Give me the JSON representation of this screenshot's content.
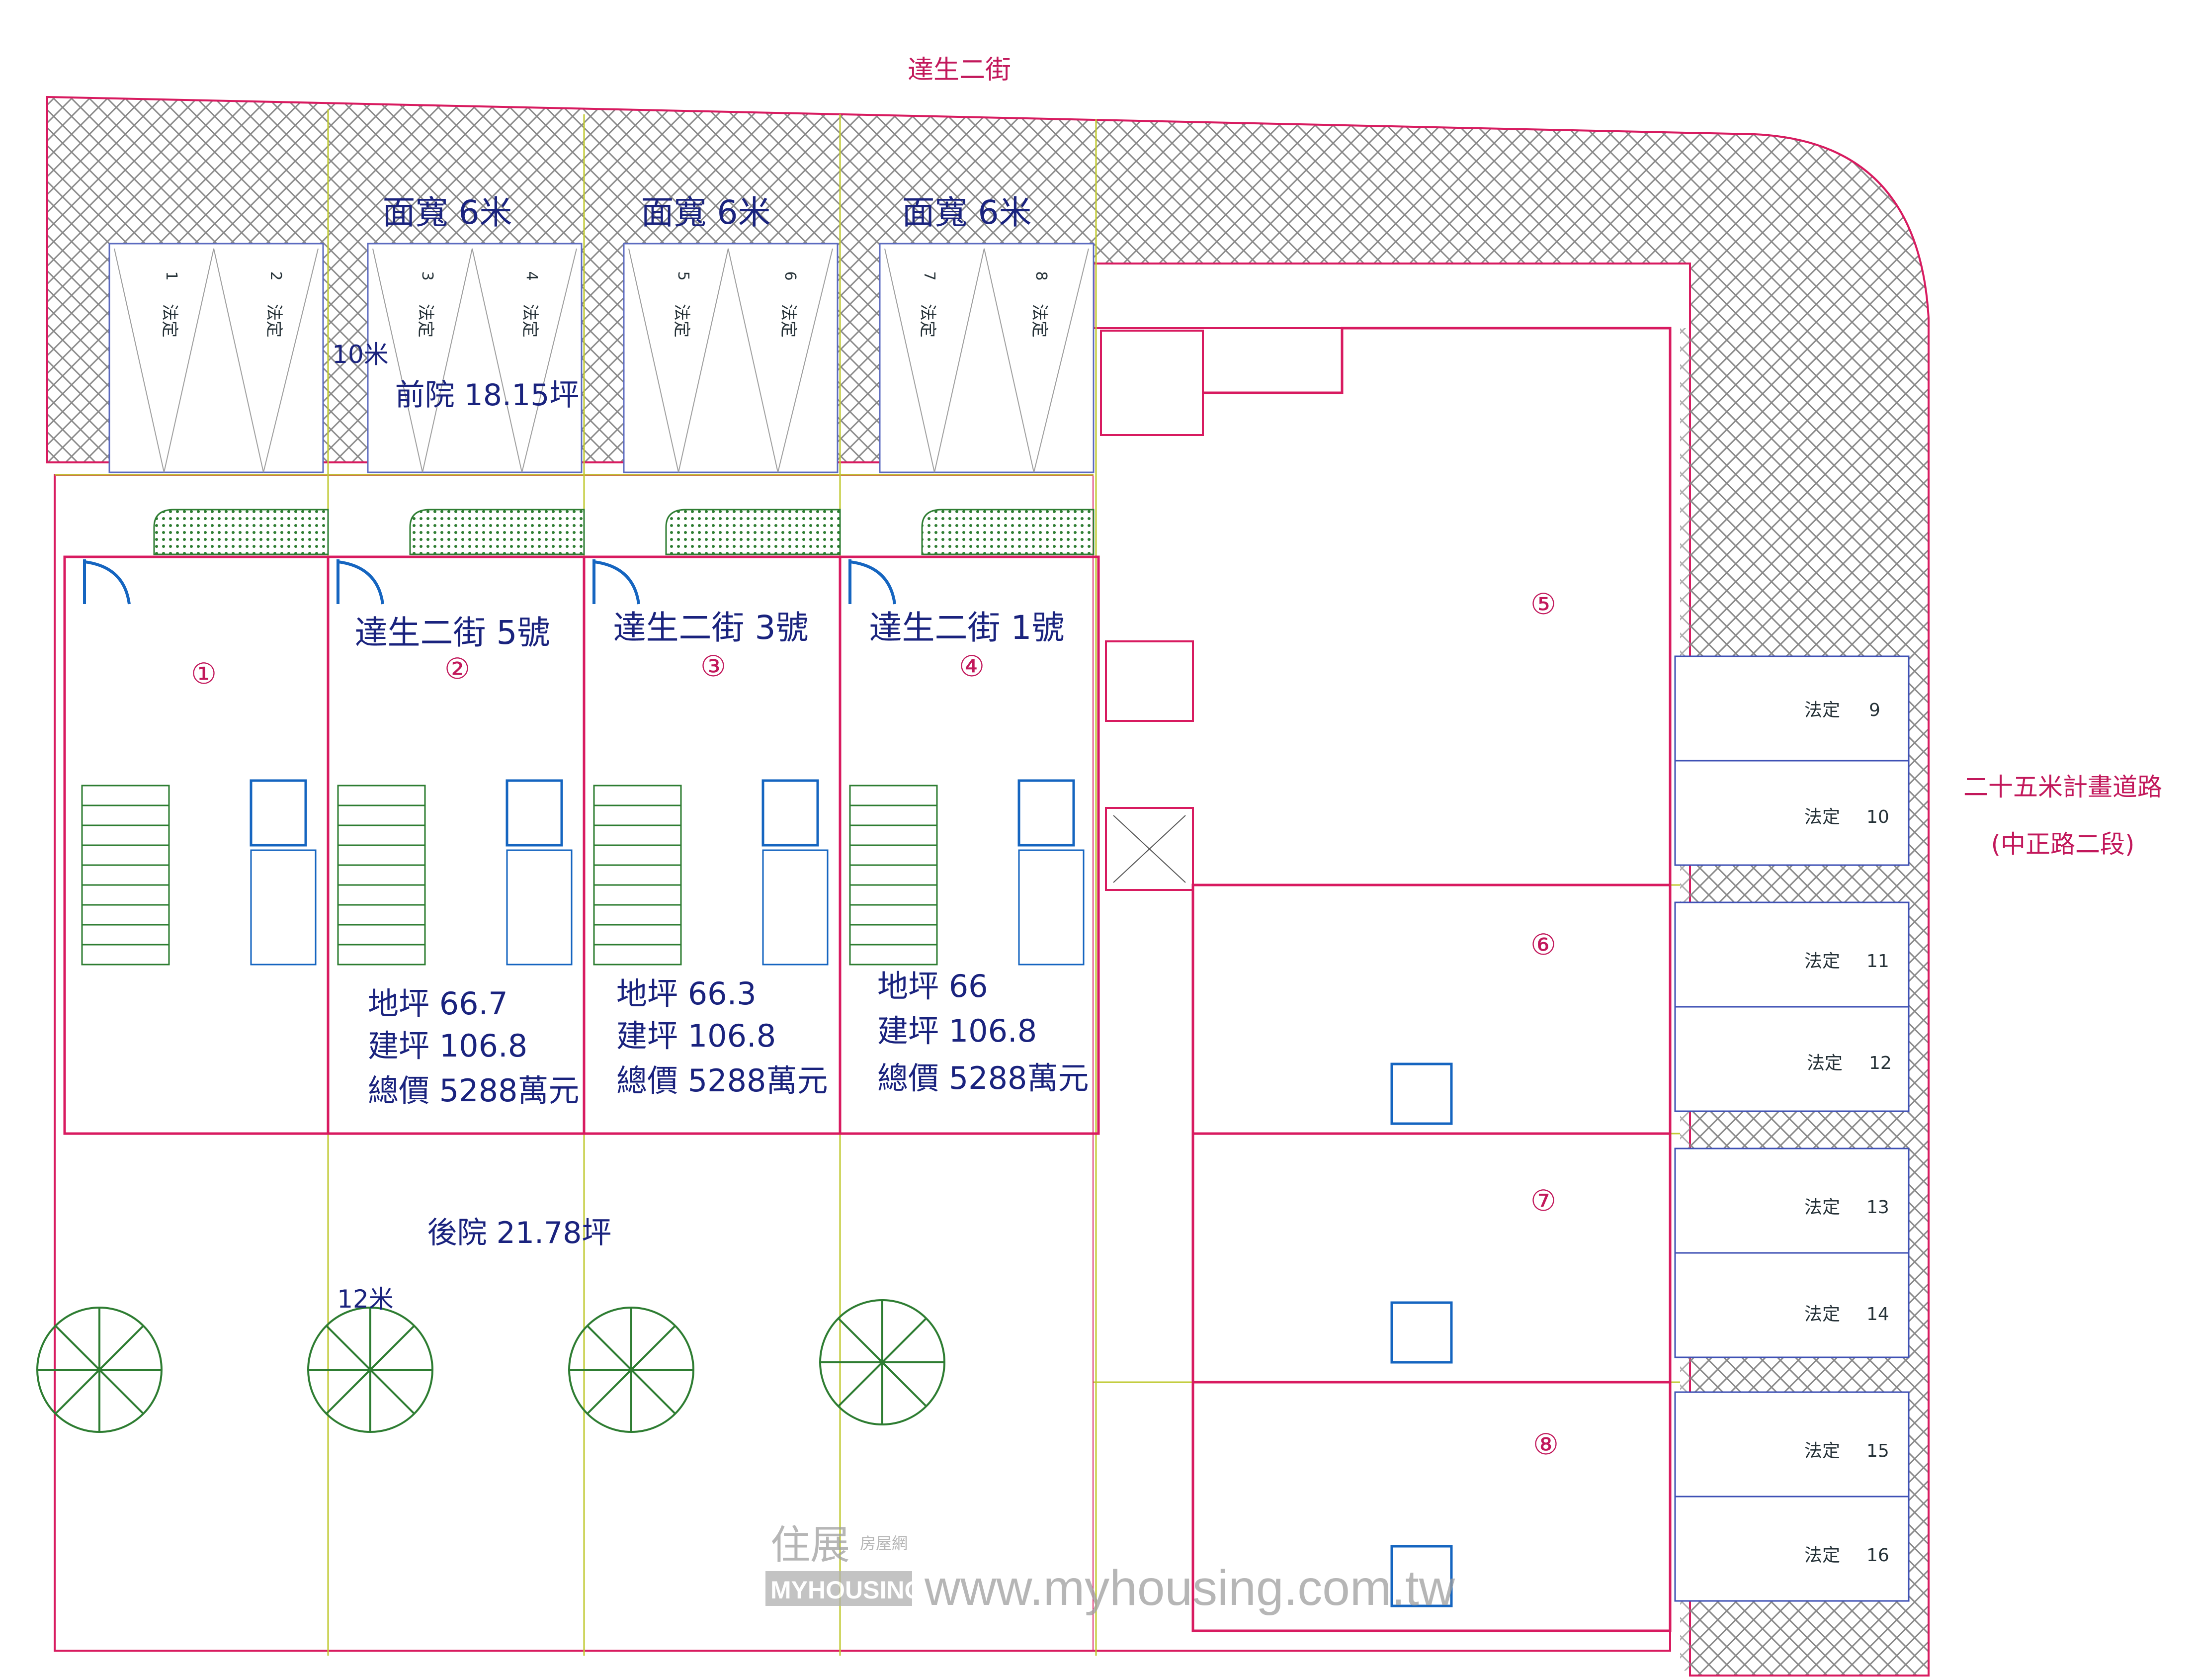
{
  "streets": {
    "top": "達生二街",
    "right_line1": "二十五米計畫道路",
    "right_line2": "(中正路二段)"
  },
  "frontage_label": "面寬 6米",
  "depth_label": "10米",
  "front_yard_label": "前院 18.15坪",
  "back_yard_label": "後院 21.78坪",
  "back_depth_label": "12米",
  "parking_prefix": "法定",
  "front_slots": [
    {
      "prefix": "法定",
      "num": "1"
    },
    {
      "prefix": "法定",
      "num": "2"
    },
    {
      "prefix": "法定",
      "num": "3"
    },
    {
      "prefix": "法定",
      "num": "4"
    },
    {
      "prefix": "法定",
      "num": "5"
    },
    {
      "prefix": "法定",
      "num": "6"
    },
    {
      "prefix": "法定",
      "num": "7"
    },
    {
      "prefix": "法定",
      "num": "8"
    }
  ],
  "side_slots": [
    {
      "prefix": "法定",
      "num": "9"
    },
    {
      "prefix": "法定",
      "num": "10"
    },
    {
      "prefix": "法定",
      "num": "11"
    },
    {
      "prefix": "法定",
      "num": "12"
    },
    {
      "prefix": "法定",
      "num": "13"
    },
    {
      "prefix": "法定",
      "num": "14"
    },
    {
      "prefix": "法定",
      "num": "15"
    },
    {
      "prefix": "法定",
      "num": "16"
    }
  ],
  "units": [
    "①",
    "②",
    "③",
    "④",
    "⑤",
    "⑥",
    "⑦",
    "⑧"
  ],
  "addresses": [
    "達生二街 5號",
    "達生二街 3號",
    "達生二街 1號"
  ],
  "unit_specs": [
    {
      "land": "地坪 66.7",
      "build": "建坪 106.8",
      "price": "總價 5288萬元"
    },
    {
      "land": "地坪 66.3",
      "build": "建坪 106.8",
      "price": "總價 5288萬元"
    },
    {
      "land": "地坪 66",
      "build": "建坪 106.8",
      "price": "總價 5288萬元"
    }
  ],
  "watermark": {
    "logo": "住展",
    "logo_sub": "房屋網",
    "brand": "MYHOUSING",
    "url": "www.myhousing.com.tw"
  },
  "colors": {
    "hatch": "#8a8a8a",
    "wall": "#d81b60",
    "fixture": "#1565c0",
    "planter": "#2e7d32",
    "grid": "#c0ca33",
    "handwriting": "#1a237e"
  }
}
